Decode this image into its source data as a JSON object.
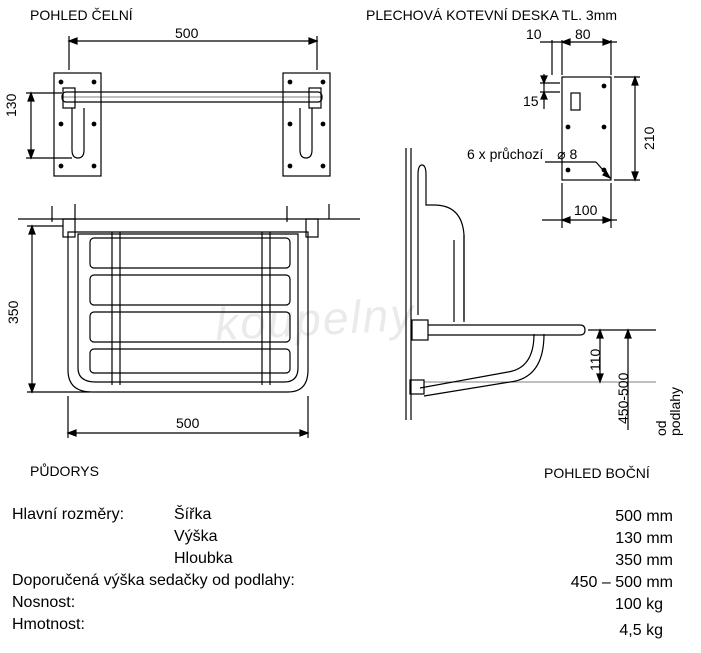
{
  "views": {
    "front": "POHLED ČELNÍ",
    "plate": "PLECHOVÁ KOTEVNÍ DESKA TL. 3mm",
    "plan": "PŮDORYS",
    "side": "POHLED BOČNÍ"
  },
  "dims": {
    "front_width": "500",
    "front_height": "130",
    "plate_offset": "10",
    "plate_width_top": "80",
    "plate_hole_off": "15",
    "plate_height": "210",
    "plate_width": "100",
    "holes_note": "6 x průchozí",
    "holes_dia": "⌀ 8",
    "plan_depth": "350",
    "plan_width": "500",
    "side_110": "110",
    "side_range": "450-500",
    "side_floor": "od podlahy"
  },
  "watermark": "koupelny",
  "specs": {
    "heading": "Hlavní rozměry:",
    "rows": [
      {
        "label": "Šířka",
        "value": "500 mm"
      },
      {
        "label": "Výška",
        "value": "130 mm"
      },
      {
        "label": "Hloubka",
        "value": "350 mm"
      },
      {
        "label": "Doporučená výška sedačky od podlahy:",
        "value": "450 – 500 mm"
      },
      {
        "label": "Nosnost:",
        "value": "100 kg"
      },
      {
        "label": "Hmotnost:",
        "value": "4,5 kg"
      }
    ]
  }
}
